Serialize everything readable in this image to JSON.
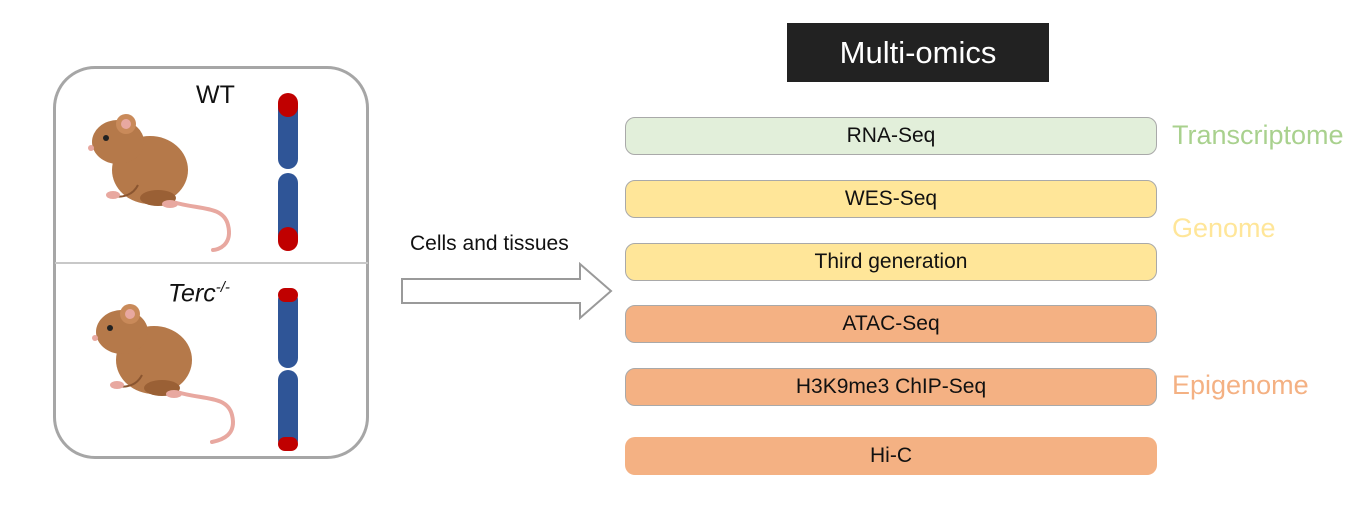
{
  "left_panel": {
    "wt_label": "WT",
    "ko_label_main": "Terc",
    "ko_label_sup": "-/-"
  },
  "arrow": {
    "label": "Cells and tissues"
  },
  "title": "Multi-omics",
  "assays": {
    "rna": "RNA-Seq",
    "wes": "WES-Seq",
    "third": "Third generation",
    "atac": "ATAC-Seq",
    "chip": "H3K9me3 ChIP-Seq",
    "hic": "Hi-C"
  },
  "categories": {
    "transcriptome": "Transcriptome",
    "genome": "Genome",
    "epigenome": "Epigenome"
  },
  "colors": {
    "transcriptome": "#a9d18e",
    "genome": "#ffe699",
    "epigenome": "#f4b183",
    "telomere": "#c00000",
    "chromosome": "#2f5597",
    "mouse_body": "#b5794a"
  }
}
